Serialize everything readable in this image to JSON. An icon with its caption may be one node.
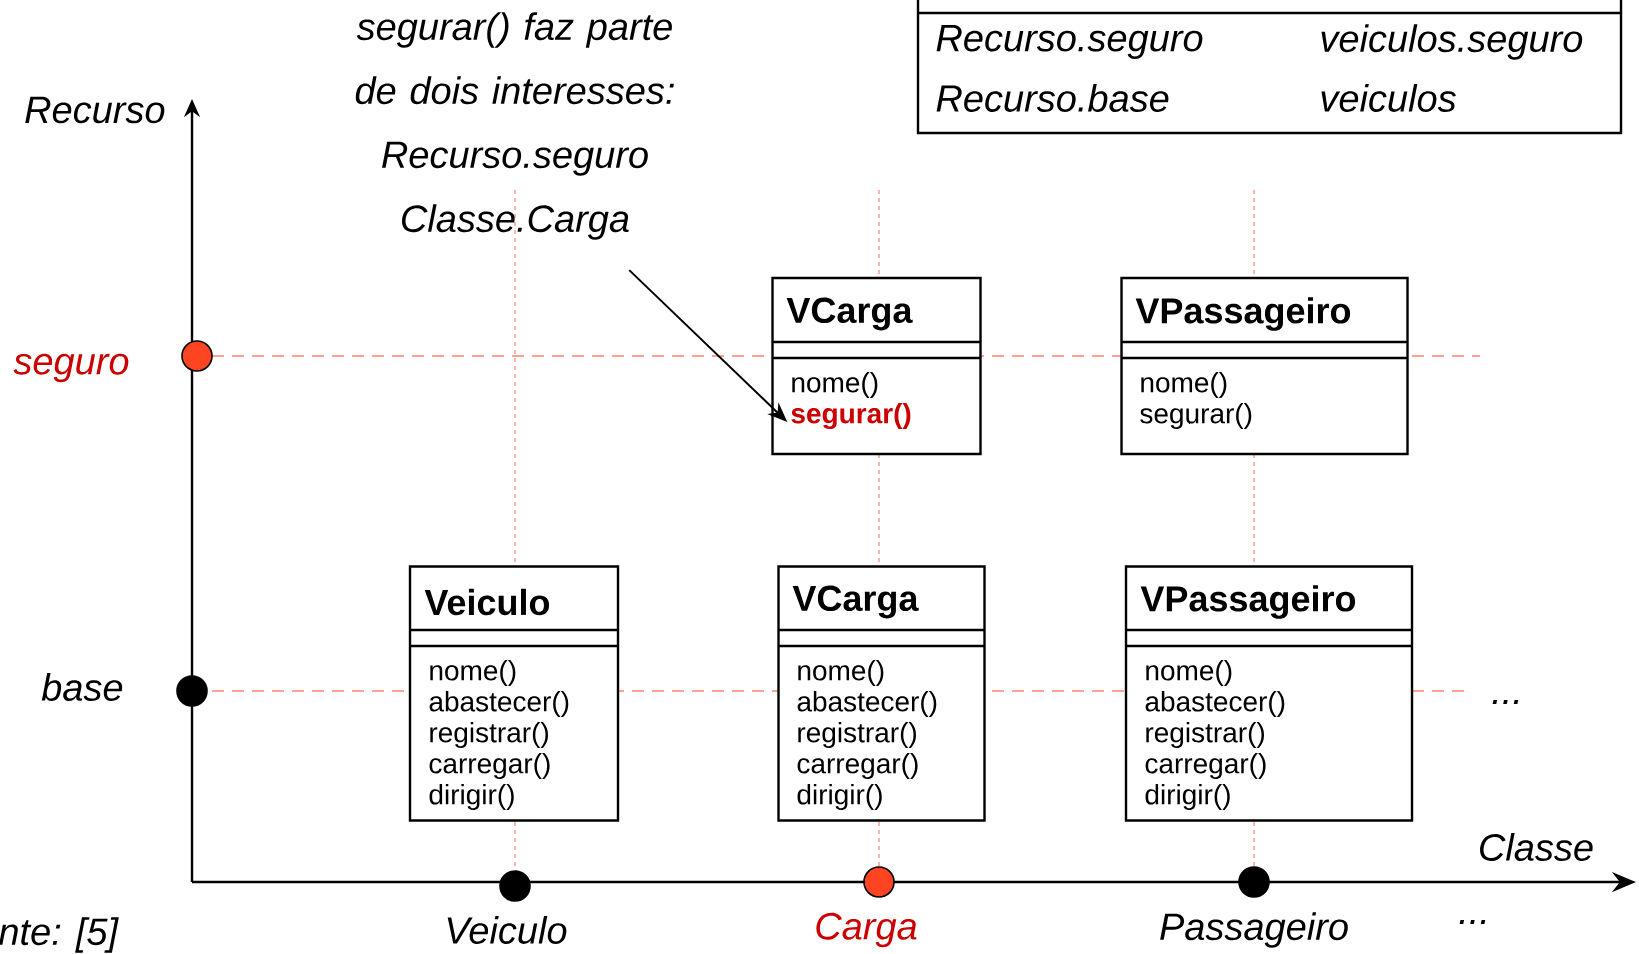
{
  "diagram": {
    "nodes": [
      {
        "text": [
          "segurar() faz parte de dois interesses: Recurso.seguro Classe.Carga"
        ]
      },
      {
        "text": [
          "VCarga",
          "nome()",
          "segurar()"
        ]
      },
      {
        "text": [
          "VPassageiro",
          "nome()",
          "segurar()"
        ]
      },
      {
        "text": [
          "Veiculo",
          "nome()",
          "abastecer()",
          "registrar()",
          "carregar()",
          "dirigir()"
        ]
      },
      {
        "text": [
          "VCarga",
          "nome()",
          "abastecer()",
          "registrar()",
          "carregar()",
          "dirigir()"
        ]
      },
      {
        "text": [
          "VPassageiro",
          "nome()",
          "abastecer()",
          "registrar()",
          "carregar()",
          "dirigir()"
        ]
      }
    ],
    "edges": [
      {
        "from": 0,
        "to": 1,
        "arrow": "to"
      }
    ],
    "labels": [
      "Recurso.seguro",
      "veiculos.seguro",
      "Recurso.base",
      "veiculos",
      "Recurso",
      "seguro",
      "base",
      "...",
      "Classe",
      "nte: [5]",
      "Veiculo",
      "Carga",
      "Passageiro",
      "..."
    ]
  }
}
